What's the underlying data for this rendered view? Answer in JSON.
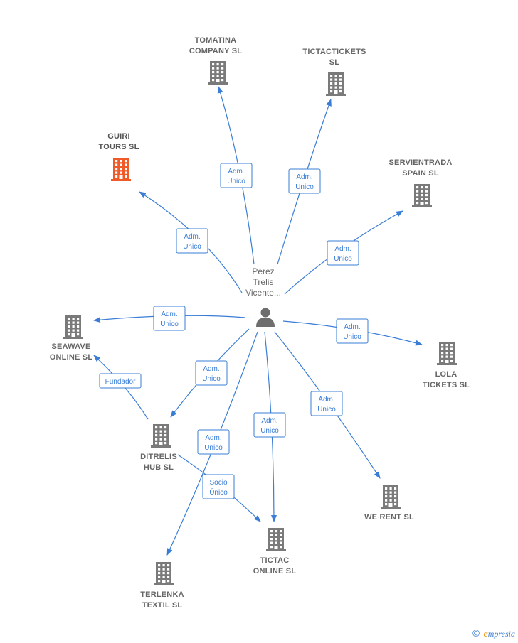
{
  "center": {
    "label_lines": [
      "Perez",
      "Trelis",
      "Vicente..."
    ],
    "icon": "person-icon"
  },
  "colors": {
    "edge": "#3a7dd6",
    "building": "#7a7a7a",
    "building_highlight": "#f05a28",
    "person": "#6e6e6e"
  },
  "companies": [
    {
      "id": "tomatina",
      "label_lines": [
        "TOMATINA",
        "COMPANY  SL"
      ],
      "highlight": false
    },
    {
      "id": "tictactickets",
      "label_lines": [
        "TICTACTICKETS",
        "SL"
      ],
      "highlight": false
    },
    {
      "id": "guiri",
      "label_lines": [
        "GUIRI",
        "TOURS  SL"
      ],
      "highlight": true
    },
    {
      "id": "servientrada",
      "label_lines": [
        "SERVIENTRADA",
        "SPAIN  SL"
      ],
      "highlight": false
    },
    {
      "id": "seawave",
      "label_lines": [
        "SEAWAVE",
        "ONLINE  SL"
      ],
      "highlight": false
    },
    {
      "id": "lola",
      "label_lines": [
        "LOLA",
        "TICKETS  SL"
      ],
      "highlight": false
    },
    {
      "id": "ditrelis",
      "label_lines": [
        "DITRELIS",
        "HUB  SL"
      ],
      "highlight": false
    },
    {
      "id": "werent",
      "label_lines": [
        "WE RENT  SL"
      ],
      "highlight": false
    },
    {
      "id": "tictac",
      "label_lines": [
        "TICTAC",
        "ONLINE  SL"
      ],
      "highlight": false
    },
    {
      "id": "terlenka",
      "label_lines": [
        "TERLENKA",
        "TEXTIL  SL"
      ],
      "highlight": false
    }
  ],
  "edges": [
    {
      "from": "center",
      "to": "tomatina",
      "label_lines": [
        "Adm.",
        "Unico"
      ]
    },
    {
      "from": "center",
      "to": "tictactickets",
      "label_lines": [
        "Adm.",
        "Unico"
      ]
    },
    {
      "from": "center",
      "to": "guiri",
      "label_lines": [
        "Adm.",
        "Unico"
      ]
    },
    {
      "from": "center",
      "to": "servientrada",
      "label_lines": [
        "Adm.",
        "Unico"
      ]
    },
    {
      "from": "center",
      "to": "seawave",
      "label_lines": [
        "Adm.",
        "Unico"
      ]
    },
    {
      "from": "center",
      "to": "lola",
      "label_lines": [
        "Adm.",
        "Unico"
      ]
    },
    {
      "from": "center",
      "to": "ditrelis",
      "label_lines": [
        "Adm.",
        "Unico"
      ]
    },
    {
      "from": "center",
      "to": "werent",
      "label_lines": [
        "Adm.",
        "Unico"
      ]
    },
    {
      "from": "center",
      "to": "tictac",
      "label_lines": [
        "Adm.",
        "Unico"
      ]
    },
    {
      "from": "center",
      "to": "terlenka",
      "label_lines": [
        "Adm.",
        "Unico"
      ]
    },
    {
      "from": "ditrelis",
      "to": "seawave",
      "label_lines": [
        "Fundador"
      ]
    },
    {
      "from": "ditrelis",
      "to": "tictac",
      "label_lines": [
        "Socio",
        "Único"
      ]
    }
  ],
  "footer": {
    "copyright": "©",
    "brand_initial": "e",
    "brand_rest": "mpresia"
  }
}
